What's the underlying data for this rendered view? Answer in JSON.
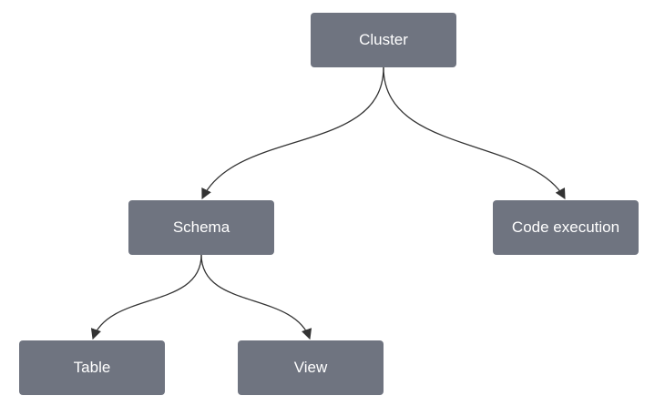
{
  "diagram": {
    "nodes": [
      {
        "id": "cluster",
        "label": "Cluster"
      },
      {
        "id": "schema",
        "label": "Schema"
      },
      {
        "id": "code_execution",
        "label": "Code execution"
      },
      {
        "id": "table",
        "label": "Table"
      },
      {
        "id": "view",
        "label": "View"
      }
    ],
    "edges": [
      {
        "from": "cluster",
        "to": "schema"
      },
      {
        "from": "cluster",
        "to": "code_execution"
      },
      {
        "from": "schema",
        "to": "table"
      },
      {
        "from": "schema",
        "to": "view"
      }
    ],
    "colors": {
      "node_fill": "#6f7480",
      "node_text": "#ffffff",
      "edge": "#333333",
      "background": "#ffffff"
    }
  }
}
